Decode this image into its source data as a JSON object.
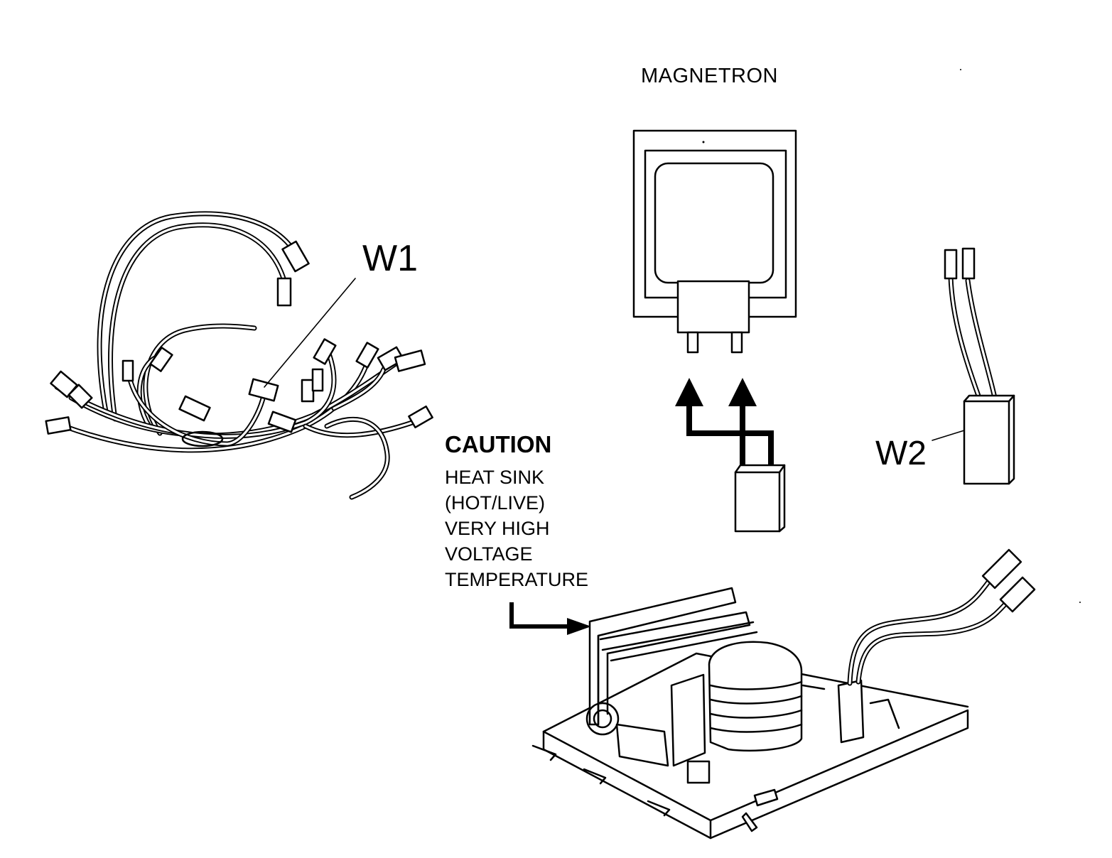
{
  "labels": {
    "magnetron": "MAGNETRON",
    "w1": "W1",
    "w2": "W2",
    "caution_title": "CAUTION",
    "caution_lines": [
      "HEAT SINK",
      "(HOT/LIVE)",
      "VERY HIGH",
      "VOLTAGE",
      "TEMPERATURE"
    ]
  }
}
